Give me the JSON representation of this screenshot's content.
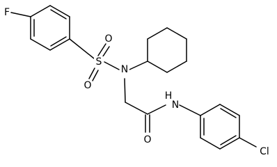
{
  "molecule": {
    "atoms": {
      "fluorine": "F",
      "sulfur": "S",
      "sulfonyl_oxygen_top": "O",
      "sulfonyl_oxygen_bottom": "O",
      "sulfonamide_nitrogen": "N",
      "amide_nitrogen": "N",
      "amide_hydrogen": "H",
      "carbonyl_oxygen": "O",
      "chlorine": "Cl"
    },
    "colors": {
      "bond": "#000000",
      "label": "#000000",
      "background": "#ffffff"
    }
  }
}
